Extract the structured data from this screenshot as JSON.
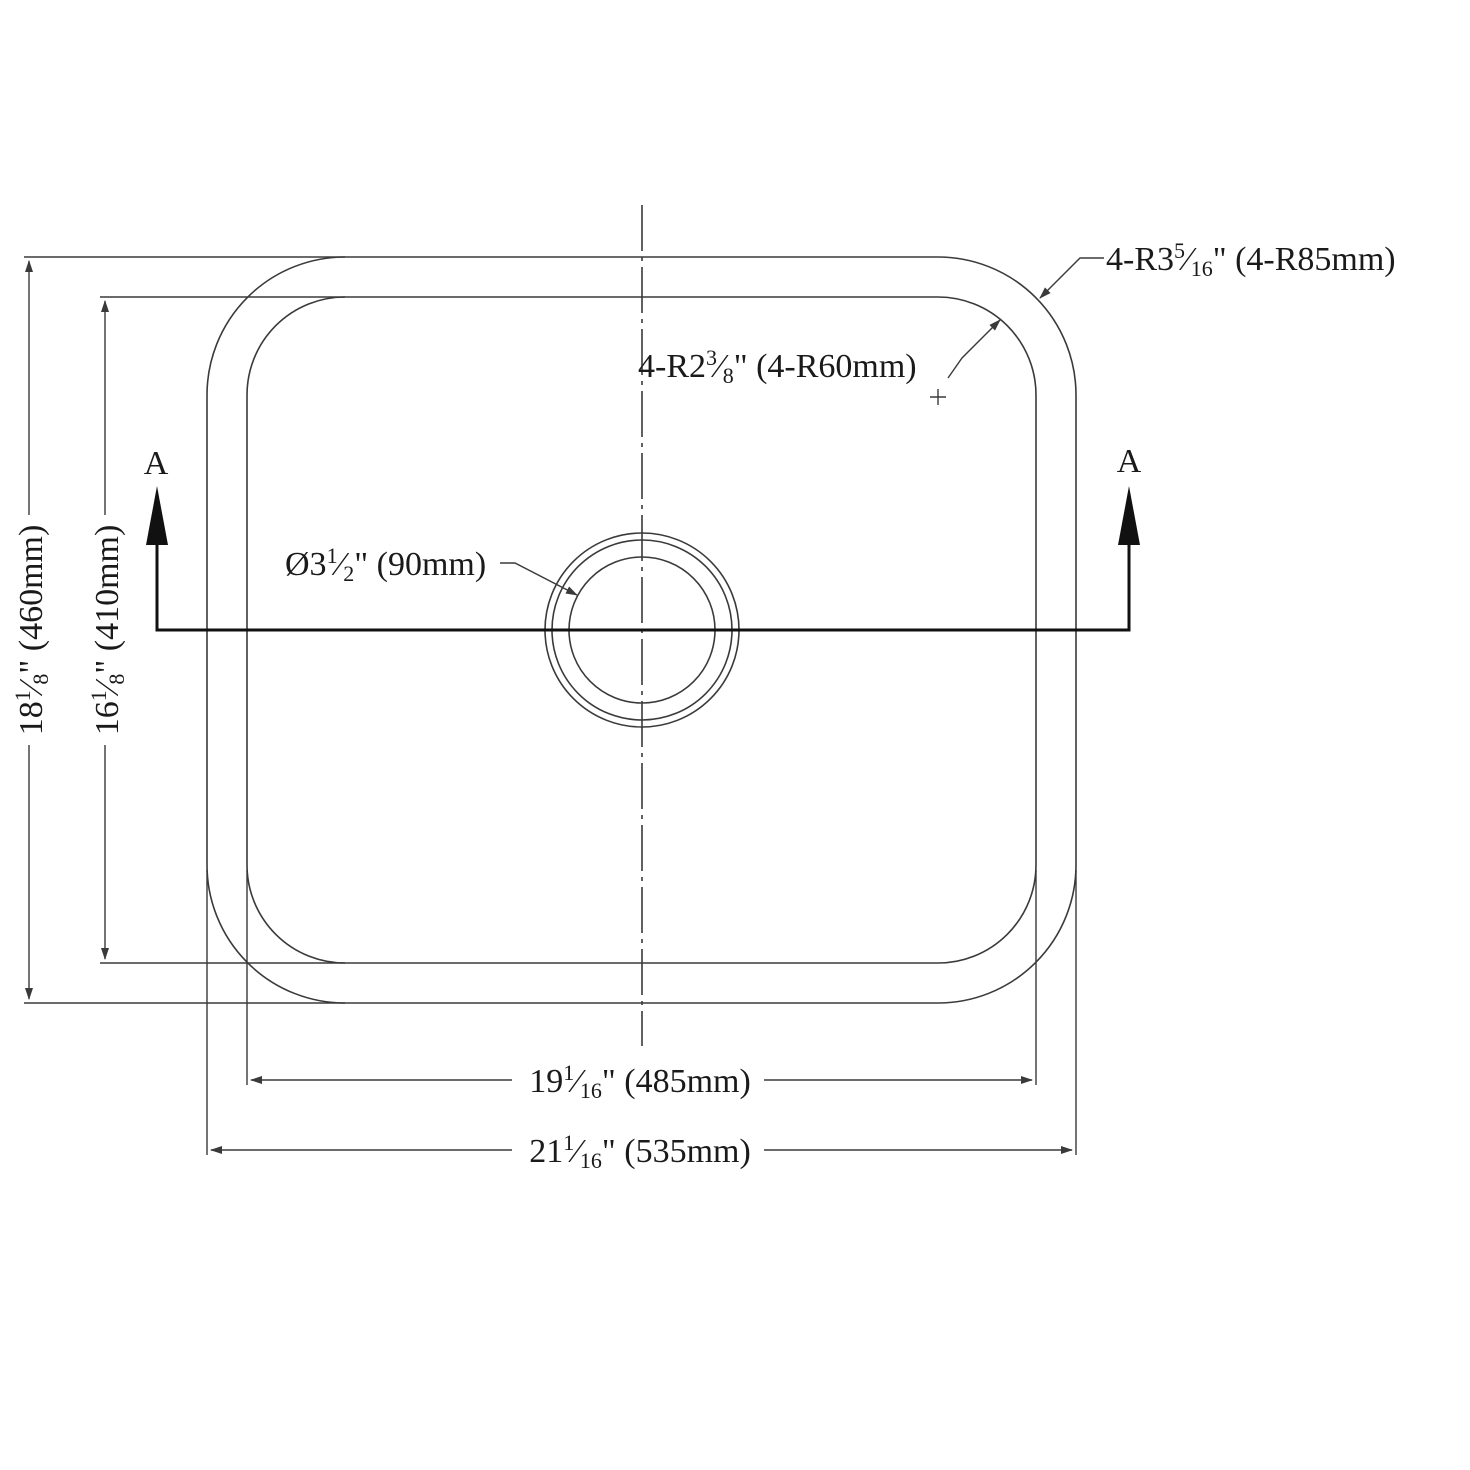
{
  "dimensions": {
    "outer_width": {
      "whole": "21",
      "num": "1",
      "den": "16",
      "metric": "\" (535mm)"
    },
    "inner_width": {
      "whole": "19",
      "num": "1",
      "den": "16",
      "metric": "\" (485mm)"
    },
    "outer_height": {
      "whole": "18",
      "num": "1",
      "den": "8",
      "metric": "\" (460mm)"
    },
    "inner_height": {
      "whole": "16",
      "num": "1",
      "den": "8",
      "metric": "\" (410mm)"
    },
    "outer_radius": {
      "prefix": "4-R3",
      "num": "5",
      "den": "16",
      "metric": "\" (4-R85mm)"
    },
    "inner_radius": {
      "prefix": "4-R2",
      "num": "3",
      "den": "8",
      "metric": "\" (4-R60mm)"
    },
    "drain": {
      "prefix": "Ø3",
      "num": "1",
      "den": "2",
      "metric": "\" (90mm)"
    }
  },
  "section_labels": {
    "left": "A",
    "right": "A"
  },
  "colors": {
    "line": "#3a3a3a",
    "text": "#1a1a1a",
    "background": "#ffffff"
  }
}
